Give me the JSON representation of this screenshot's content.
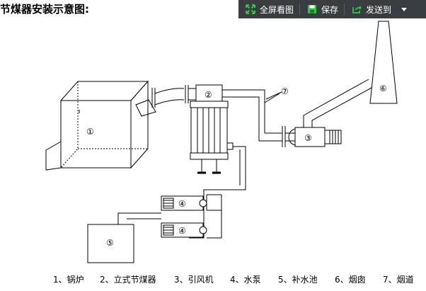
{
  "title": "节煤器安装示意图:",
  "toolbar": {
    "fullscreen_label": "全屏看图",
    "save_label": "保存",
    "send_label": "发送到"
  },
  "diagram": {
    "labels": [
      "①",
      "②",
      "③",
      "④",
      "④",
      "⑤",
      "⑥",
      "⑦"
    ]
  },
  "legend": [
    "1、锅炉",
    "2、立式节煤器",
    "3、引风机",
    "4、水泵",
    "5、补水池",
    "6、烟囱",
    "7、烟道"
  ]
}
